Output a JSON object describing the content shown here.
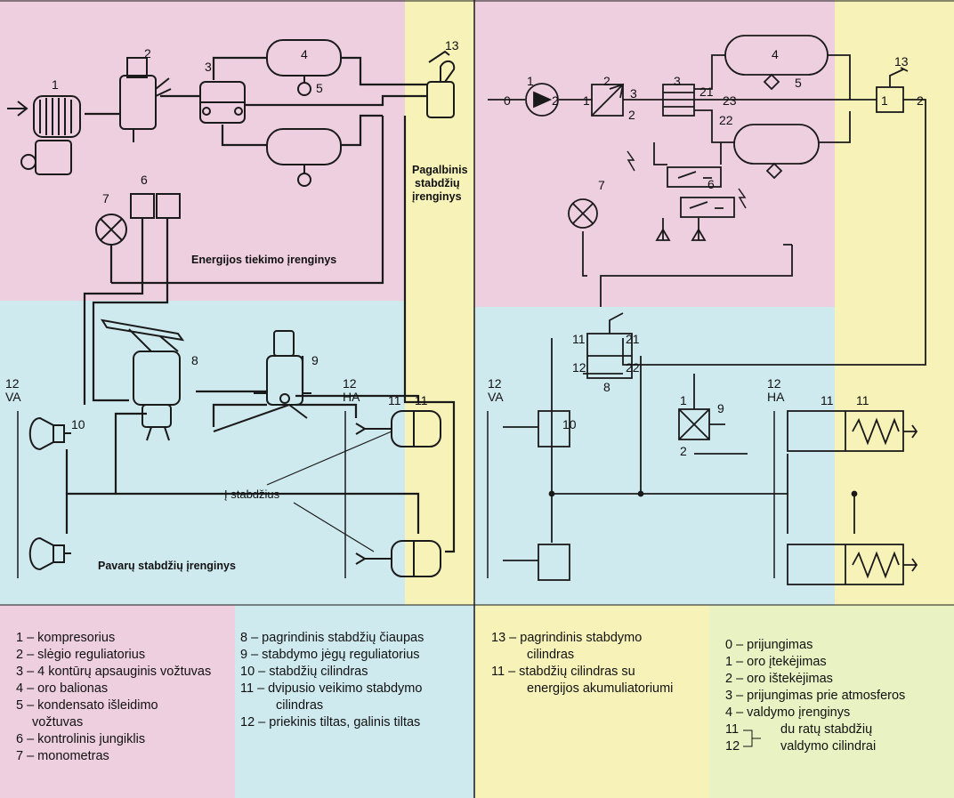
{
  "left_diagram": {
    "components": {
      "c1": "1",
      "c2": "2",
      "c3": "3",
      "c4": "4",
      "c5": "5",
      "c6": "6",
      "c7": "7",
      "c8": "8",
      "c9": "9",
      "c10": "10",
      "c11a": "11",
      "c11b": "11",
      "c12": "12",
      "c13": "13"
    },
    "axle_front": "VA",
    "axle_rear": "HA",
    "aux_brake": [
      "Pagalbinis",
      "stabdžių",
      "įrenginys"
    ],
    "energy_supply": "Energijos tiekimo įrenginys",
    "to_brakes": "Į stabdžius",
    "drive_brake": "Pavarų stabdžių įrenginys"
  },
  "right_diagram": {
    "components": {
      "c0": "0",
      "c1": "1",
      "c2": "2",
      "c3": "3",
      "c4": "4",
      "c5": "5",
      "c6": "6",
      "c7": "7",
      "c8": "8",
      "c9": "9",
      "c10": "10",
      "c11a": "11",
      "c11b": "11",
      "c12a": "12",
      "c12b": "12",
      "c13": "13"
    },
    "ports": {
      "p1_out": "2",
      "p2_in": "1",
      "p2_out3": "3",
      "p2_out2": "2",
      "p3_21": "21",
      "p3_23": "23",
      "p3_22": "22",
      "p13_1": "1",
      "p13_2": "2",
      "p8_11": "11",
      "p8_21": "21",
      "p8_12": "12",
      "p8_22": "22",
      "p9_1": "1",
      "p9_2": "2"
    },
    "axle_front": "VA",
    "axle_rear": "HA"
  },
  "legend": {
    "col1": [
      "1 – kompresorius",
      "2 – slėgio reguliatorius",
      "3 – 4 kontūrų apsauginis vožtuvas",
      "4 – oro balionas",
      "5 – kondensato išleidimo",
      "vožtuvas",
      "6 – kontrolinis jungiklis",
      "7 – monometras"
    ],
    "col2": [
      "8 – pagrindinis stabdžių čiaupas",
      "9 – stabdymo jėgų reguliatorius",
      "10 – stabdžių cilindras",
      "11 – dvipusio veikimo stabdymo",
      "cilindras",
      "12 – priekinis tiltas, galinis tiltas"
    ],
    "col3": [
      "13 – pagrindinis stabdymo",
      "cilindras",
      "11 – stabdžių cilindras su",
      "energijos akumuliatoriumi"
    ],
    "col4": [
      "0 – prijungimas",
      "1 – oro įtekėjimas",
      "2 – oro ištekėjimas",
      "3 – prijungimas prie atmosferos",
      "4 – valdymo įrenginys"
    ],
    "col4_bracket": [
      "11",
      "12",
      "du ratų stabdžių",
      "valdymo cilindrai"
    ]
  },
  "colors": {
    "pink": "#eecfe0",
    "cyan": "#cfeaef",
    "yellow": "#f7f3b8",
    "lightgreen": "#e9f2c2",
    "line": "#1a1a1a"
  }
}
